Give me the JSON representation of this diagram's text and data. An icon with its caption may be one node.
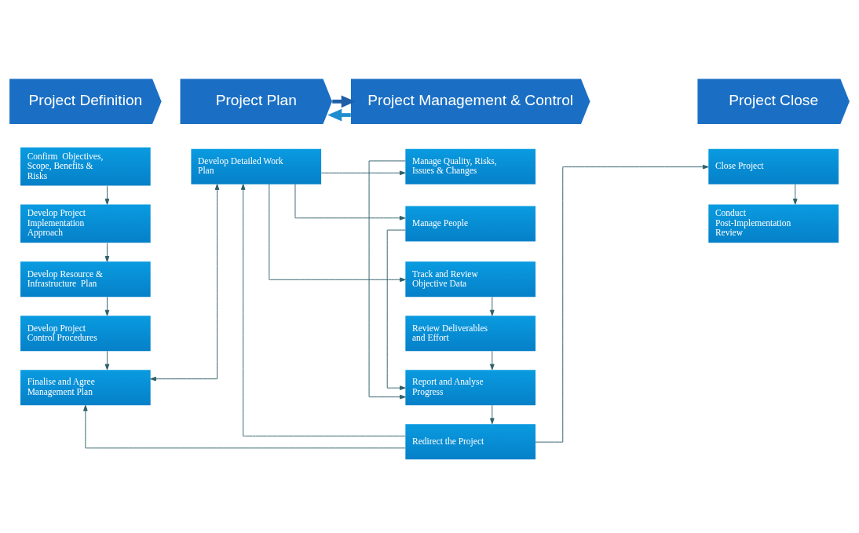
{
  "diagram": {
    "nodes": [
      {
        "text": [
          "Project Definition"
        ]
      },
      {
        "text": [
          "Project Plan"
        ]
      },
      {
        "text": [
          "Project Management & Control"
        ]
      },
      {
        "text": [
          "Project Close"
        ]
      },
      {
        "text": [
          "Confirm  Objectives, Scope, Benefits & Risks"
        ]
      },
      {
        "text": [
          "Develop Project Implementation Approach"
        ]
      },
      {
        "text": [
          "Develop Resource & Infrastructure  Plan"
        ]
      },
      {
        "text": [
          "Develop Project Control Procedures"
        ]
      },
      {
        "text": [
          "Finalise and Agree Management Plan"
        ]
      },
      {
        "text": [
          "Develop Detailed Work Plan"
        ]
      },
      {
        "text": [
          "Manage Quality, Risks, Issues & Changes"
        ]
      },
      {
        "text": [
          "Manage People"
        ]
      },
      {
        "text": [
          "Track and Review Objective Data"
        ]
      },
      {
        "text": [
          "Review Deliverables and Effort"
        ]
      },
      {
        "text": [
          "Report and Analyse Progress"
        ]
      },
      {
        "text": [
          "Redirect the Project"
        ]
      },
      {
        "text": [
          "Close Project"
        ]
      },
      {
        "text": [
          "Conduct Post-Implementation Review"
        ]
      }
    ],
    "edges": [
      {
        "from": 1,
        "to": 2,
        "arrow": "to",
        "style": "thick",
        "color": "#1f5fa8"
      },
      {
        "from": 2,
        "to": 1,
        "arrow": "to",
        "style": "thick",
        "color": "#1f8ccf"
      },
      {
        "from": 4,
        "to": 5,
        "arrow": "to"
      },
      {
        "from": 5,
        "to": 6,
        "arrow": "to"
      },
      {
        "from": 6,
        "to": 7,
        "arrow": "to"
      },
      {
        "from": 7,
        "to": 8,
        "arrow": "to"
      },
      {
        "from": 9,
        "to": 8,
        "arrow": "both"
      },
      {
        "from": 15,
        "to": 9,
        "arrow": "to"
      },
      {
        "from": 15,
        "to": 8,
        "arrow": "to"
      },
      {
        "from": 9,
        "to": 10,
        "arrow": "to"
      },
      {
        "from": 9,
        "to": 11,
        "arrow": "to"
      },
      {
        "from": 9,
        "to": 12,
        "arrow": "to"
      },
      {
        "from": 12,
        "to": 13,
        "arrow": "to"
      },
      {
        "from": 13,
        "to": 14,
        "arrow": "to"
      },
      {
        "from": 14,
        "to": 15,
        "arrow": "to"
      },
      {
        "from": 10,
        "to": 14,
        "arrow": "to"
      },
      {
        "from": 11,
        "to": 14,
        "arrow": "to"
      },
      {
        "from": 15,
        "to": 16,
        "arrow": "to"
      },
      {
        "from": 16,
        "to": 17,
        "arrow": "to"
      }
    ]
  }
}
